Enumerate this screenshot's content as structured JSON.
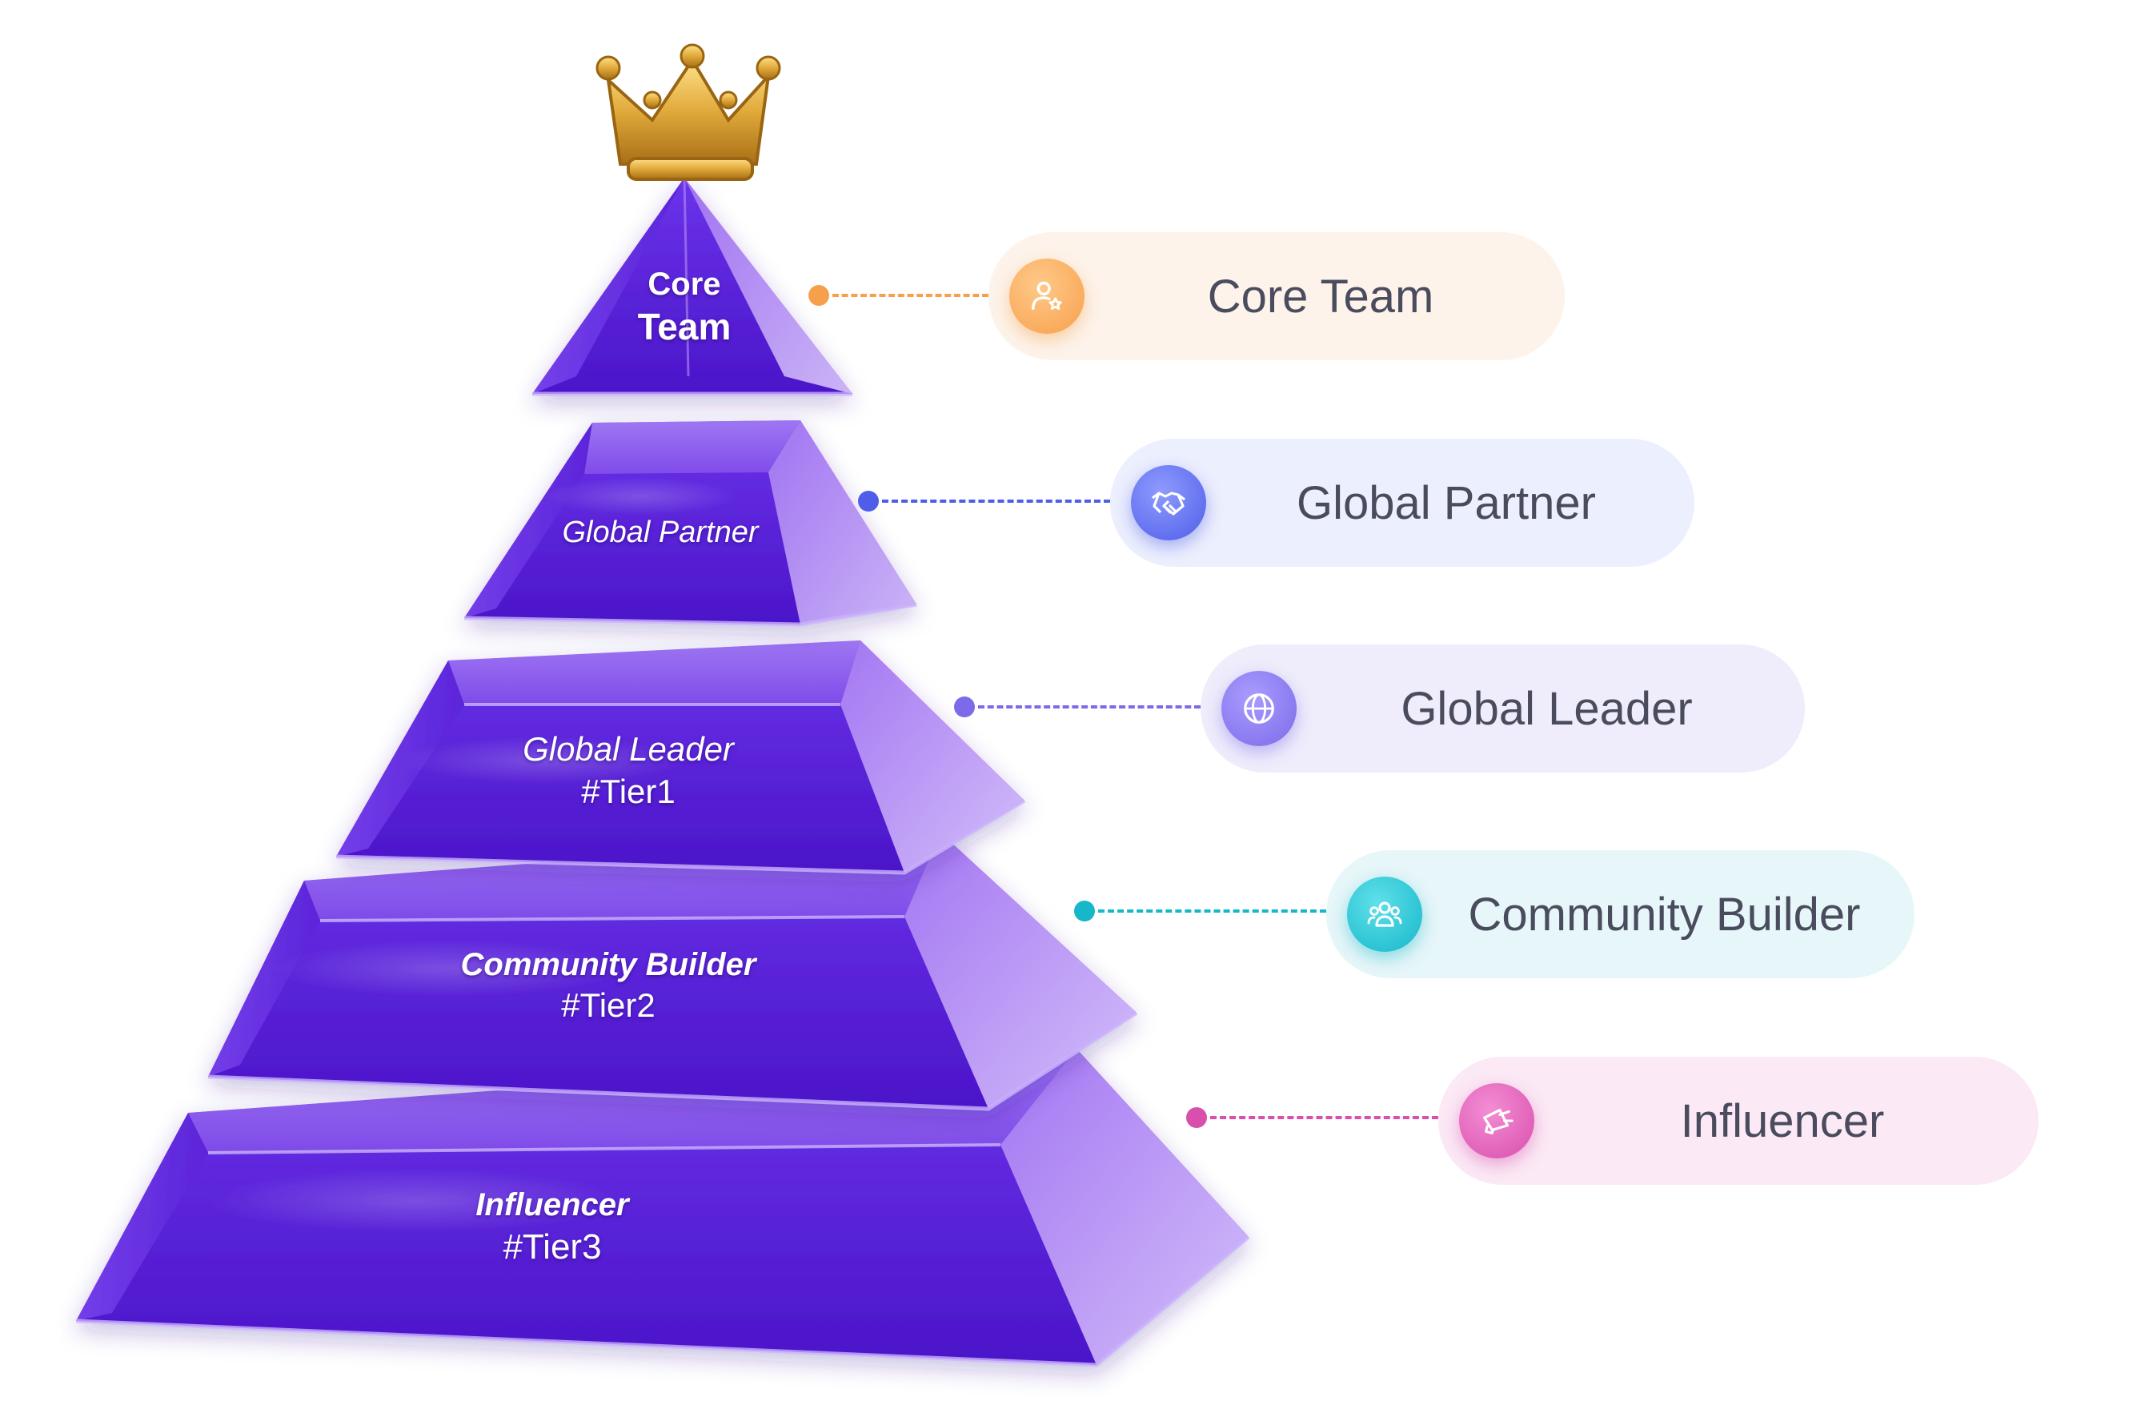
{
  "tiers": [
    {
      "lines": [
        "Core",
        "Team"
      ]
    },
    {
      "lines": [
        "Global Partner"
      ]
    },
    {
      "lines": [
        "Global Leader",
        "#Tier1"
      ]
    },
    {
      "lines": [
        "Community Builder",
        "#Tier2"
      ]
    },
    {
      "lines": [
        "Influencer",
        "#Tier3"
      ]
    }
  ],
  "legend": [
    {
      "label": "Core Team",
      "icon": "user-star-icon",
      "color": "#f7a04b",
      "bg": "#fdf3ea"
    },
    {
      "label": "Global Partner",
      "icon": "handshake-icon",
      "color": "#4f5ee8",
      "bg": "#eceffd"
    },
    {
      "label": "Global Leader",
      "icon": "globe-icon",
      "color": "#7b6be8",
      "bg": "#efedfb"
    },
    {
      "label": "Community Builder",
      "icon": "users-icon",
      "color": "#16b7c9",
      "bg": "#e6f6f9"
    },
    {
      "label": "Influencer",
      "icon": "megaphone-icon",
      "color": "#d94fae",
      "bg": "#fbe9f5"
    }
  ],
  "colors": {
    "pyramid_dark": "#4a16c8",
    "pyramid_mid": "#6a32e6",
    "pyramid_light": "#b58cf5",
    "crown_gold": "#e0a93a"
  }
}
